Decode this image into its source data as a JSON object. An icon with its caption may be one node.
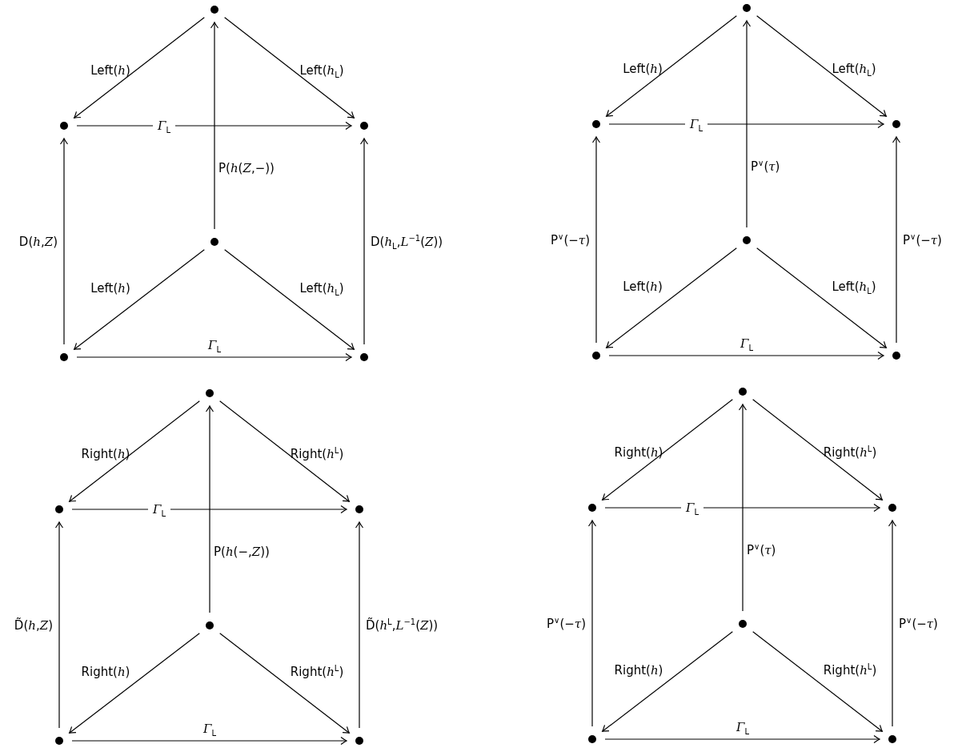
{
  "diagram": {
    "nodes": [
      {
        "text": [],
        "shape": "circle"
      },
      {
        "text": [],
        "shape": "circle"
      },
      {
        "text": [],
        "shape": "circle"
      },
      {
        "text": [],
        "shape": "circle"
      },
      {
        "text": [],
        "shape": "circle"
      },
      {
        "text": [],
        "shape": "circle"
      },
      {
        "text": [],
        "shape": "circle"
      },
      {
        "text": [],
        "shape": "circle"
      },
      {
        "text": [],
        "shape": "circle"
      },
      {
        "text": [],
        "shape": "circle"
      },
      {
        "text": [],
        "shape": "circle"
      },
      {
        "text": [],
        "shape": "circle"
      },
      {
        "text": [],
        "shape": "circle"
      },
      {
        "text": [],
        "shape": "circle"
      },
      {
        "text": [],
        "shape": "circle"
      },
      {
        "text": [],
        "shape": "circle"
      },
      {
        "text": [],
        "shape": "circle"
      },
      {
        "text": [],
        "shape": "circle"
      },
      {
        "text": [],
        "shape": "circle"
      },
      {
        "text": [],
        "shape": "circle"
      },
      {
        "text": [],
        "shape": "circle"
      },
      {
        "text": [],
        "shape": "circle"
      },
      {
        "text": [],
        "shape": "circle"
      },
      {
        "text": [],
        "shape": "circle"
      }
    ],
    "edges": [
      {
        "from": 0,
        "to": 1,
        "arrow": "to",
        "label": "Left(*h*)"
      },
      {
        "from": 0,
        "to": 2,
        "arrow": "to",
        "label": "Left(*h*$_{L}$)"
      },
      {
        "from": 3,
        "to": 0,
        "arrow": "to",
        "label": "P(*h*(*Z*,−))"
      },
      {
        "from": 1,
        "to": 2,
        "arrow": "to",
        "label": "*Γ*$_{L}$"
      },
      {
        "from": 4,
        "to": 1,
        "arrow": "to",
        "label": "D(*h*,*Z*)"
      },
      {
        "from": 5,
        "to": 2,
        "arrow": "to",
        "label": "D(*h*$_{L}$,*L*$^{−1}$(*Z*))"
      },
      {
        "from": 3,
        "to": 4,
        "arrow": "to",
        "label": "Left(*h*)"
      },
      {
        "from": 3,
        "to": 5,
        "arrow": "to",
        "label": "Left(*h*$_{L}$)"
      },
      {
        "from": 4,
        "to": 5,
        "arrow": "to",
        "label": "*Γ*$_{L}$"
      },
      {
        "from": 6,
        "to": 7,
        "arrow": "to",
        "label": "Left(*h*)"
      },
      {
        "from": 6,
        "to": 8,
        "arrow": "to",
        "label": "Left(*h*$_{L}$)"
      },
      {
        "from": 9,
        "to": 6,
        "arrow": "to",
        "label": "P$^{∨}$(*τ*)"
      },
      {
        "from": 7,
        "to": 8,
        "arrow": "to",
        "label": "*Γ*$_{L}$"
      },
      {
        "from": 10,
        "to": 7,
        "arrow": "to",
        "label": "P$^{∨}$(−*τ*)"
      },
      {
        "from": 11,
        "to": 8,
        "arrow": "to",
        "label": "P$^{∨}$(−*τ*)"
      },
      {
        "from": 9,
        "to": 10,
        "arrow": "to",
        "label": "Left(*h*)"
      },
      {
        "from": 9,
        "to": 11,
        "arrow": "to",
        "label": "Left(*h*$_{L}$)"
      },
      {
        "from": 10,
        "to": 11,
        "arrow": "to",
        "label": "*Γ*$_{L}$"
      },
      {
        "from": 12,
        "to": 13,
        "arrow": "to",
        "label": "Right(*h*)"
      },
      {
        "from": 12,
        "to": 14,
        "arrow": "to",
        "label": "Right(*h*$^{L}$)"
      },
      {
        "from": 15,
        "to": 12,
        "arrow": "to",
        "label": "P(*h*(−,*Z*))"
      },
      {
        "from": 13,
        "to": 14,
        "arrow": "to",
        "label": "*Γ*$_{L}$"
      },
      {
        "from": 16,
        "to": 13,
        "arrow": "to",
        "label": "D̃(*h*,*Z*)"
      },
      {
        "from": 17,
        "to": 14,
        "arrow": "to",
        "label": "D̃(*h*$^{L}$,*L*$^{−1}$(*Z*))"
      },
      {
        "from": 15,
        "to": 16,
        "arrow": "to",
        "label": "Right(*h*)"
      },
      {
        "from": 15,
        "to": 17,
        "arrow": "to",
        "label": "Right(*h*$^{L}$)"
      },
      {
        "from": 16,
        "to": 17,
        "arrow": "to",
        "label": "*Γ*$_{L}$"
      },
      {
        "from": 18,
        "to": 19,
        "arrow": "to",
        "label": "Right(*h*)"
      },
      {
        "from": 18,
        "to": 20,
        "arrow": "to",
        "label": "Right(*h*$^{L}$)"
      },
      {
        "from": 21,
        "to": 18,
        "arrow": "to",
        "label": "P$^{∨}$(*τ*)"
      },
      {
        "from": 19,
        "to": 20,
        "arrow": "to",
        "label": "*Γ*$_{L}$"
      },
      {
        "from": 22,
        "to": 19,
        "arrow": "to",
        "label": "P$^{∨}$(−*τ*)"
      },
      {
        "from": 23,
        "to": 20,
        "arrow": "to",
        "label": "P$^{∨}$(−*τ*)"
      },
      {
        "from": 21,
        "to": 22,
        "arrow": "to",
        "label": "Right(*h*)"
      },
      {
        "from": 21,
        "to": 23,
        "arrow": "to",
        "label": "Right(*h*$^{L}$)"
      },
      {
        "from": 22,
        "to": 23,
        "arrow": "to",
        "label": "*Γ*$_{L}$"
      }
    ]
  }
}
